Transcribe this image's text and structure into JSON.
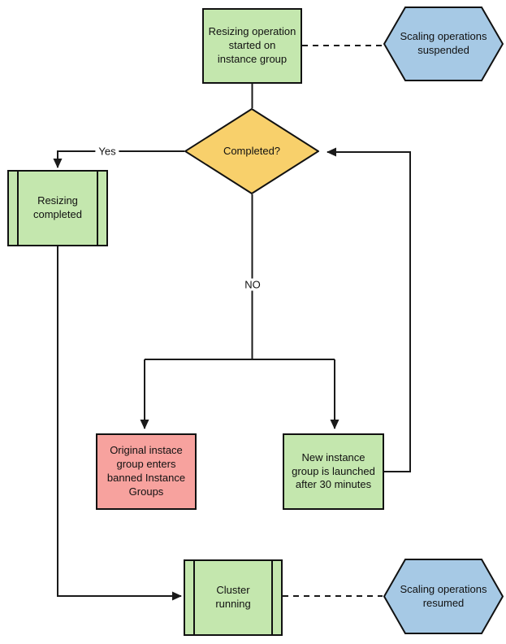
{
  "colors": {
    "process_green": "#c4e7ae",
    "decision_yellow": "#f8d06b",
    "terminal_blue": "#a6c9e5",
    "alert_red": "#f7a29e",
    "line_black": "#1a1a1a"
  },
  "nodes": {
    "start": {
      "label": "Resizing operation\nstarted on\ninstance group"
    },
    "suspended": {
      "label": "Scaling operations\nsuspended"
    },
    "decision": {
      "label": "Completed?"
    },
    "resizing_completed": {
      "label": "Resizing\ncompleted"
    },
    "banned": {
      "label": "Original instace\ngroup enters\nbanned Instance\nGroups"
    },
    "new_group": {
      "label": "New instance\ngroup is launched\nafter 30 minutes"
    },
    "cluster_running": {
      "label": "Cluster\nrunning"
    },
    "resumed": {
      "label": "Scaling operations\nresumed"
    }
  },
  "edges": {
    "yes_label": "Yes",
    "no_label": "NO"
  }
}
